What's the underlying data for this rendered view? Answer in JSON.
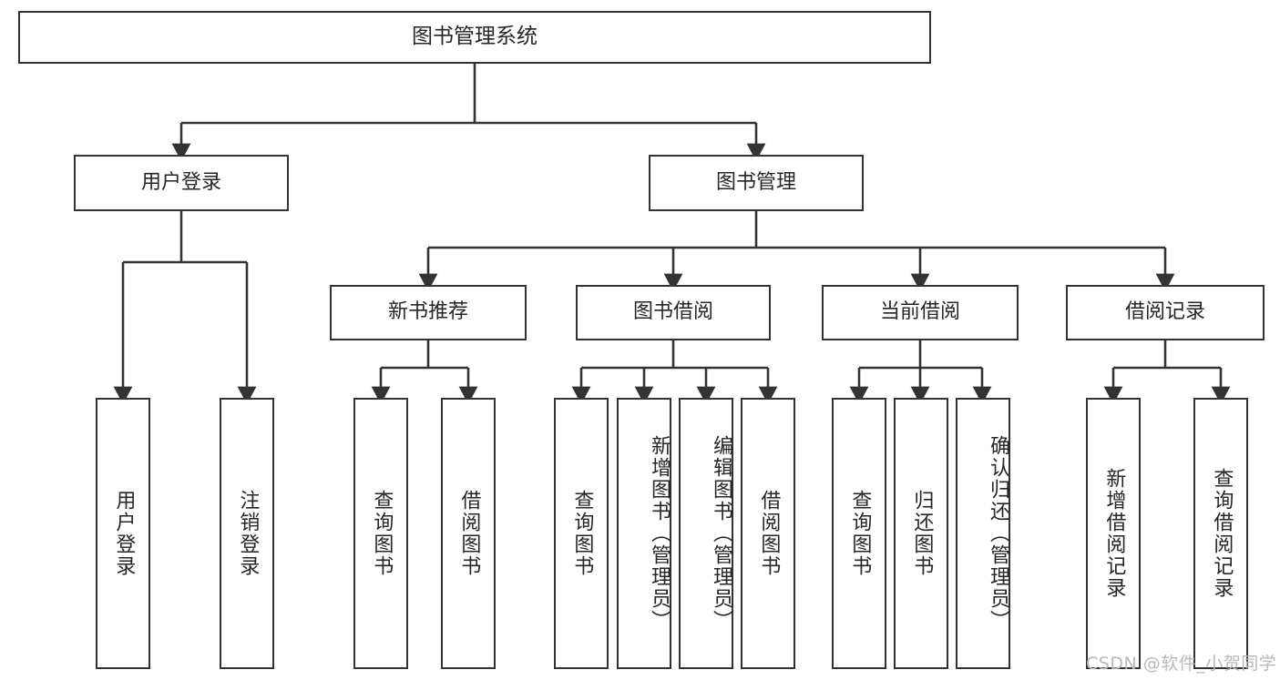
{
  "diagram": {
    "type": "hierarchy-tree",
    "title": "图书管理系统",
    "levels": 4,
    "root": {
      "label": "图书管理系统"
    },
    "level2": [
      {
        "label": "用户登录"
      },
      {
        "label": "图书管理"
      }
    ],
    "level3": [
      {
        "label": "新书推荐"
      },
      {
        "label": "图书借阅"
      },
      {
        "label": "当前借阅"
      },
      {
        "label": "借阅记录"
      }
    ],
    "leaves": [
      {
        "label": "用户登录",
        "parent": "用户登录"
      },
      {
        "label": "注销登录",
        "parent": "用户登录"
      },
      {
        "label": "查询图书",
        "parent": "新书推荐"
      },
      {
        "label": "借阅图书",
        "parent": "新书推荐"
      },
      {
        "label": "查询图书",
        "parent": "图书借阅"
      },
      {
        "label": "新增图书（管理员）",
        "parent": "图书借阅"
      },
      {
        "label": "编辑图书（管理员）",
        "parent": "图书借阅"
      },
      {
        "label": "借阅图书",
        "parent": "图书借阅"
      },
      {
        "label": "查询图书",
        "parent": "当前借阅"
      },
      {
        "label": "归还图书",
        "parent": "当前借阅"
      },
      {
        "label": "确认归还（管理员）",
        "parent": "当前借阅"
      },
      {
        "label": "新增借阅记录",
        "parent": "借阅记录"
      },
      {
        "label": "查询借阅记录",
        "parent": "借阅记录"
      }
    ]
  },
  "watermark": {
    "text": "CSDN @软件_小贺同学"
  },
  "colors": {
    "stroke": "#333333",
    "box_fill": "#ffffff",
    "text": "#262626",
    "watermark": "#b9b9b9"
  }
}
